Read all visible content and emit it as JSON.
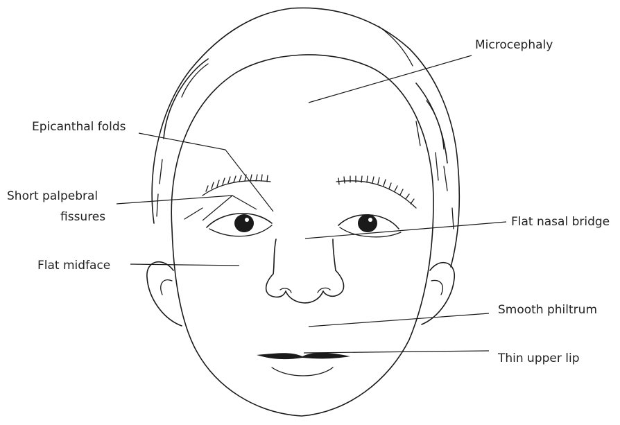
{
  "labels": {
    "microcephaly": "Microcephaly",
    "epicanthal_folds": "Epicanthal folds",
    "short_palpebral_line1": "Short palpebral",
    "short_palpebral_line2": "fissures",
    "flat_nasal_bridge": "Flat nasal bridge",
    "flat_midface": "Flat midface",
    "smooth_philtrum": "Smooth philtrum",
    "thin_upper_lip": "Thin upper lip"
  },
  "colors": {
    "ink": "#1a1a1a",
    "background": "#ffffff"
  }
}
